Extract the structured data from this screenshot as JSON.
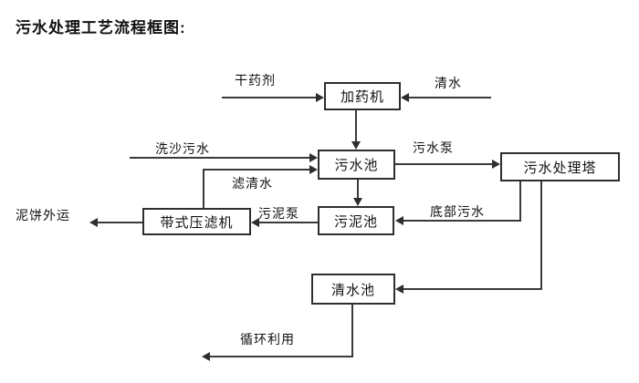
{
  "title": "污水处理工艺流程框图:",
  "nodes": {
    "dosing_machine": "加药机",
    "sewage_pool": "污水池",
    "treatment_tower": "污水处理塔",
    "sludge_pool": "污泥池",
    "belt_filter_press": "带式压滤机",
    "clear_water_pool": "清水池"
  },
  "labels": {
    "dry_chemical": "干药剂",
    "clear_water": "清水",
    "sand_washing_sewage": "洗沙污水",
    "sewage_pump": "污水泵",
    "filtered_water": "滤清水",
    "sludge_pump": "污泥泵",
    "bottom_sewage": "底部污水",
    "mud_cake_out": "泥饼外运",
    "recycling": "循环利用"
  },
  "colors": {
    "line": "#3a3a3a",
    "border": "#2e2e2e",
    "text": "#111111",
    "bg": "#ffffff"
  }
}
